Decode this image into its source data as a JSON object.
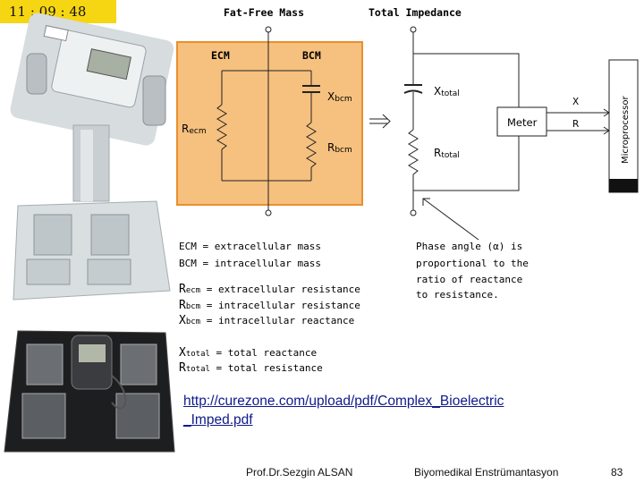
{
  "clock": "11 : 09 : 48",
  "diagram": {
    "fat_free_mass": "Fat-Free Mass",
    "total_impedance": "Total Impedance",
    "ecm": "ECM",
    "bcm": "BCM",
    "r_ecm_main": "R",
    "r_ecm_sub": "ecm",
    "x_bcm_main": "X",
    "x_bcm_sub": "bcm",
    "r_bcm_main": "R",
    "r_bcm_sub": "bcm",
    "x_total_main": "X",
    "x_total_sub": "total",
    "r_total_main": "R",
    "r_total_sub": "total",
    "meter": "Meter",
    "x_out": "X",
    "r_out": "R",
    "microprocessor": "Microprocessor"
  },
  "legend": {
    "ecm_def": "ECM = extracellular mass",
    "bcm_def": "BCM = intracellular mass",
    "recm_main": "R",
    "recm_sub": "ecm",
    "recm_def": " = extracellular resistance",
    "rbcm_main": "R",
    "rbcm_sub": "bcm",
    "rbcm_def": " = intracellular  resistance",
    "xbcm_main": "X",
    "xbcm_sub": "bcm",
    "xbcm_def": " = intracellular  reactance",
    "xtotal_main": "X",
    "xtotal_sub": "total",
    "xtotal_def": " = total reactance",
    "rtotal_main": "R",
    "rtotal_sub": "total",
    "rtotal_def": " = total resistance"
  },
  "phase": {
    "line1": "Phase angle (α) is",
    "line2": "proportional to the",
    "line3": "ratio of reactance",
    "line4": "to resistance."
  },
  "link": {
    "line1": "http://curezone.com/upload/pdf/Complex_Bioelectric",
    "line2": "_Imped.pdf"
  },
  "footer": {
    "author": "Prof.Dr.Sezgin ALSAN",
    "course": "Biyomedikal Enstrümantasyon",
    "page": "83"
  },
  "colors": {
    "cell_panel": "#f6c07e",
    "cell_border": "#e8902e",
    "clock_bg": "#f6d512",
    "link": "#0f1a8a"
  }
}
